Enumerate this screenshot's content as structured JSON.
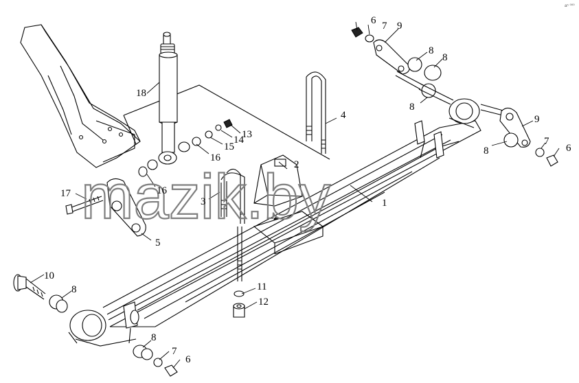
{
  "corner_mark": "a⁵ ⁰⁰⁰",
  "watermark": "mazik.by",
  "callouts": [
    {
      "id": "c1",
      "label": "1"
    },
    {
      "id": "c2",
      "label": "2"
    },
    {
      "id": "c3",
      "label": "3"
    },
    {
      "id": "c4",
      "label": "4"
    },
    {
      "id": "c5",
      "label": "5"
    },
    {
      "id": "c6a",
      "label": "6"
    },
    {
      "id": "c6b",
      "label": "6"
    },
    {
      "id": "c6c",
      "label": "6"
    },
    {
      "id": "c7a",
      "label": "7"
    },
    {
      "id": "c7b",
      "label": "7"
    },
    {
      "id": "c7c",
      "label": "7"
    },
    {
      "id": "c8a",
      "label": "8"
    },
    {
      "id": "c8b",
      "label": "8"
    },
    {
      "id": "c8c",
      "label": "8"
    },
    {
      "id": "c8d",
      "label": "8"
    },
    {
      "id": "c8e",
      "label": "8"
    },
    {
      "id": "c8f",
      "label": "8"
    },
    {
      "id": "c9a",
      "label": "9"
    },
    {
      "id": "c9b",
      "label": "9"
    },
    {
      "id": "c10",
      "label": "10"
    },
    {
      "id": "c11",
      "label": "11"
    },
    {
      "id": "c12",
      "label": "12"
    },
    {
      "id": "c13",
      "label": "13"
    },
    {
      "id": "c14",
      "label": "14"
    },
    {
      "id": "c15",
      "label": "15"
    },
    {
      "id": "c16a",
      "label": "16"
    },
    {
      "id": "c16b",
      "label": "16"
    },
    {
      "id": "c17",
      "label": "17"
    },
    {
      "id": "c18",
      "label": "18"
    }
  ]
}
